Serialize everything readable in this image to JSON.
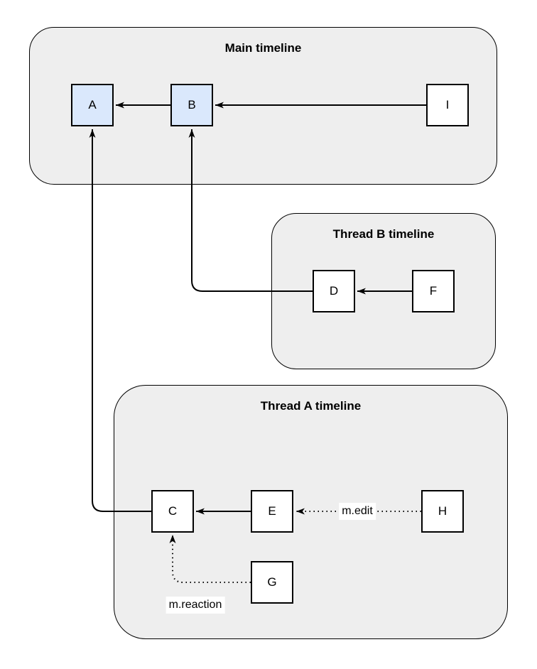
{
  "colors": {
    "container_fill": "#eeeeee",
    "container_border": "#000000",
    "node_fill_highlight": "#dae8fc",
    "node_fill_default": "#ffffff",
    "node_border": "#000000",
    "edge_color": "#000000",
    "text_color": "#000000",
    "edge_label_bg": "#ffffff",
    "page_bg": "#ffffff"
  },
  "containers": {
    "main": {
      "title": "Main timeline"
    },
    "thread_b": {
      "title": "Thread B timeline"
    },
    "thread_a": {
      "title": "Thread A timeline"
    }
  },
  "nodes": {
    "a": {
      "label": "A",
      "highlighted": true
    },
    "b": {
      "label": "B",
      "highlighted": true
    },
    "i": {
      "label": "I",
      "highlighted": false
    },
    "d": {
      "label": "D",
      "highlighted": false
    },
    "f": {
      "label": "F",
      "highlighted": false
    },
    "c": {
      "label": "C",
      "highlighted": false
    },
    "e": {
      "label": "E",
      "highlighted": false
    },
    "h": {
      "label": "H",
      "highlighted": false
    },
    "g": {
      "label": "G",
      "highlighted": false
    }
  },
  "edges": {
    "b_to_a": {
      "from": "B",
      "to": "A",
      "style": "solid",
      "label": ""
    },
    "i_to_b": {
      "from": "I",
      "to": "B",
      "style": "solid",
      "label": ""
    },
    "f_to_d": {
      "from": "F",
      "to": "D",
      "style": "solid",
      "label": ""
    },
    "d_to_b": {
      "from": "D",
      "to": "B",
      "style": "solid",
      "label": ""
    },
    "e_to_c": {
      "from": "E",
      "to": "C",
      "style": "solid",
      "label": ""
    },
    "c_to_a": {
      "from": "C",
      "to": "A",
      "style": "solid",
      "label": ""
    },
    "h_to_e": {
      "from": "H",
      "to": "E",
      "style": "dotted",
      "label": "m.edit"
    },
    "g_to_c": {
      "from": "G",
      "to": "C",
      "style": "dotted",
      "label": "m.reaction"
    }
  }
}
